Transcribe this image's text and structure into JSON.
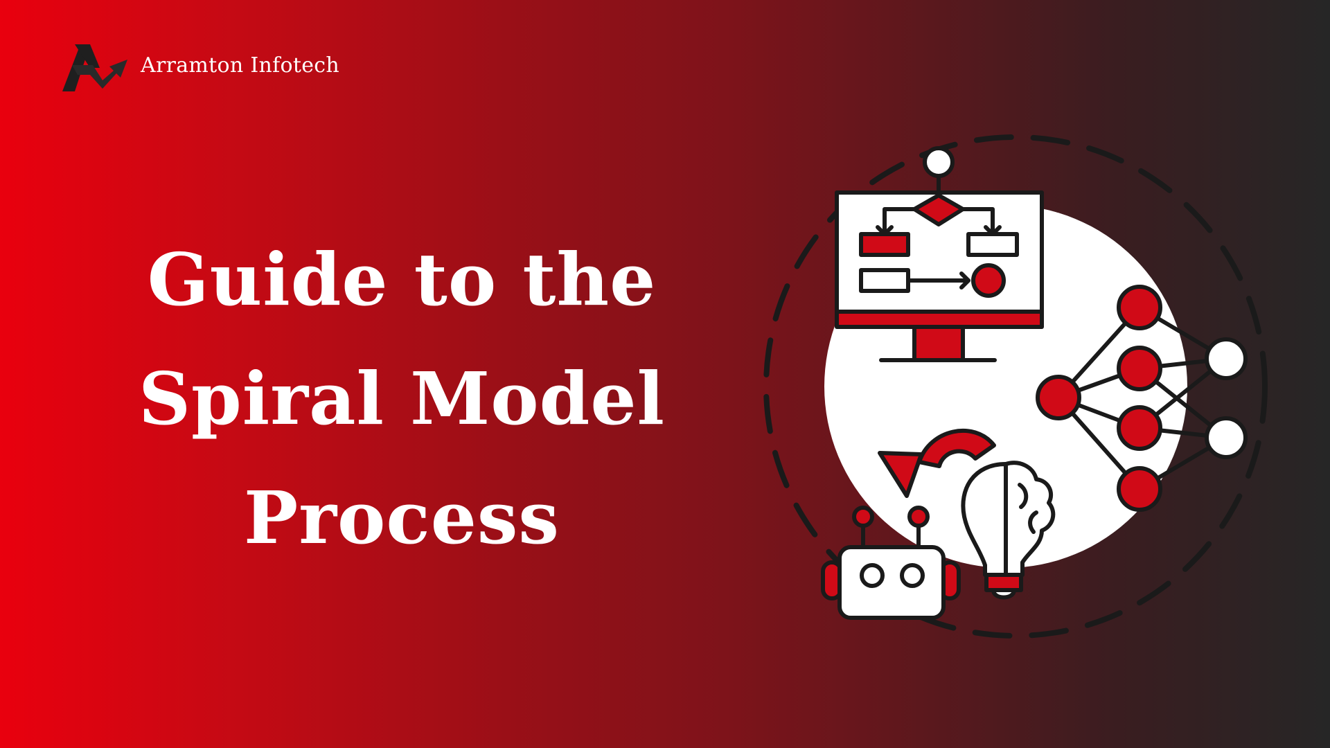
{
  "brand": {
    "name": "Arramton Infotech",
    "logo_icon": "arramton-logo-icon"
  },
  "headline": {
    "line1": "Guide to the",
    "line2": "Spiral Model",
    "line3": "Process"
  },
  "illustration": {
    "icons": [
      "dashed-orbit-icon",
      "flowchart-monitor-icon",
      "neural-network-icon",
      "refresh-arrow-icon",
      "lightbulb-brain-icon",
      "robot-head-icon"
    ]
  },
  "colors": {
    "accent_red": "#d00a17",
    "outline_dark": "#1a1a1a",
    "white": "#ffffff",
    "gradient_left": "#e9000e",
    "gradient_right": "#262626"
  }
}
